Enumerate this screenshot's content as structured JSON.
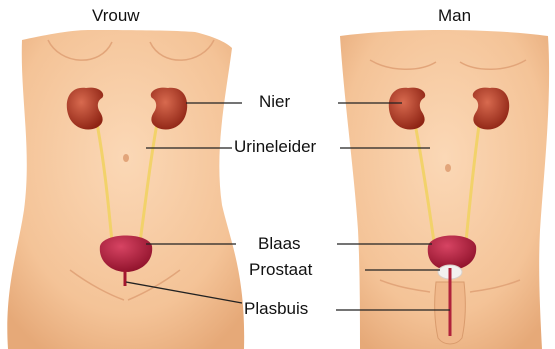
{
  "titles": {
    "left": "Vrouw",
    "right": "Man"
  },
  "labels": {
    "kidney": "Nier",
    "ureter": "Urineleider",
    "bladder": "Blaas",
    "prostate": "Prostaat",
    "urethra": "Plasbuis"
  },
  "colors": {
    "skin": "#f6c9a0",
    "skin_shadow": "#e9b184",
    "kidney": "#b43a26",
    "ureter": "#f2d26a",
    "bladder": "#b01f3c",
    "prostate": "#f3f1ef",
    "leader_line": "#222222"
  }
}
